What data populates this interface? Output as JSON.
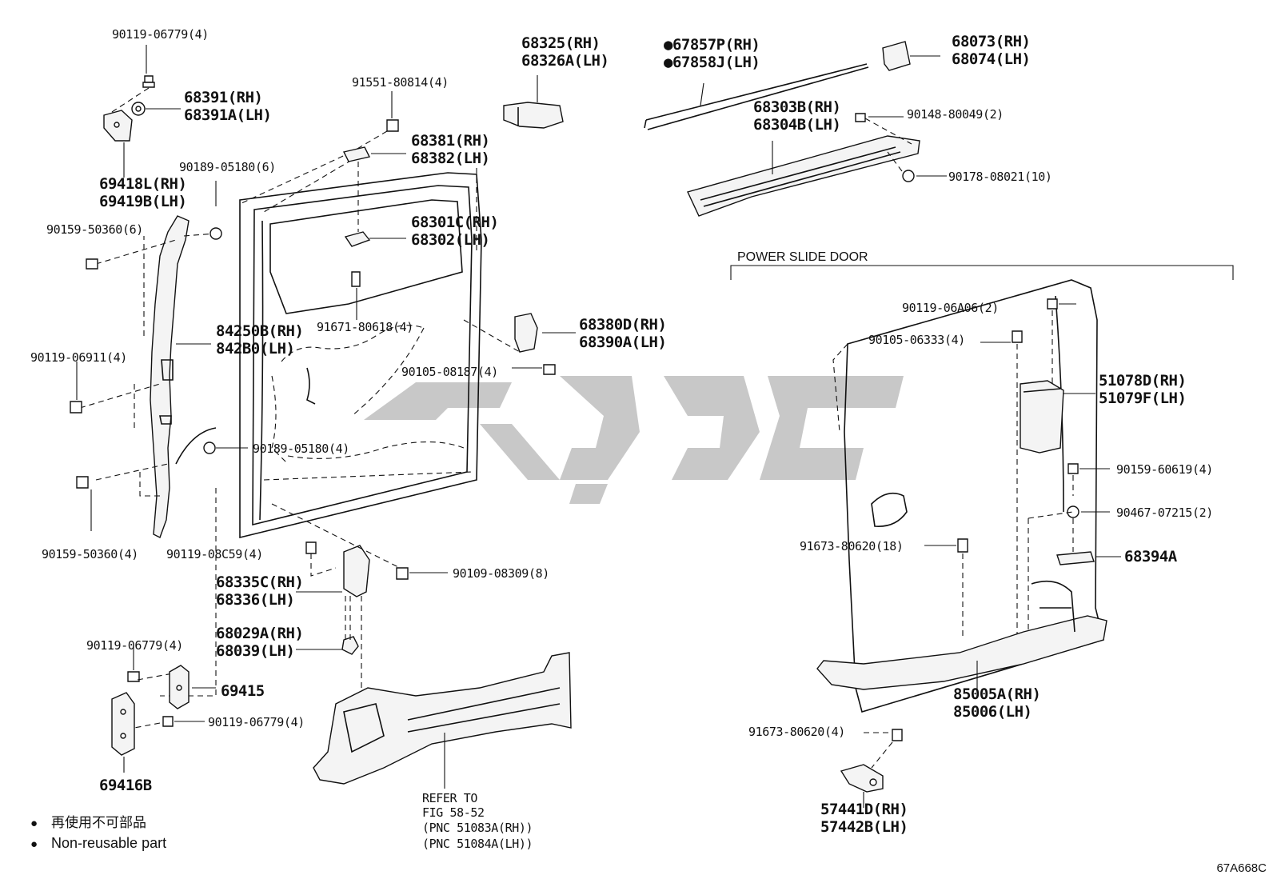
{
  "diagram": {
    "drawing_code": "67A668C",
    "watermark_text": "",
    "section_label": "POWER SLIDE DOOR",
    "refer_note": [
      "REFER TO",
      "FIG 58-52",
      "(PNC 51083A(RH))",
      "(PNC 51084A(LH))"
    ],
    "legend": [
      {
        "marker": "●",
        "text": "再使用不可部品"
      },
      {
        "marker": "●",
        "text": "Non-reusable part"
      }
    ],
    "callouts": [
      {
        "id": "c01",
        "lines": [
          "90119-06779(4)"
        ],
        "size": "small"
      },
      {
        "id": "c02",
        "lines": [
          "68391(RH)",
          "68391A(LH)"
        ],
        "size": "big"
      },
      {
        "id": "c03",
        "lines": [
          "69418L(RH)",
          "69419B(LH)"
        ],
        "size": "big"
      },
      {
        "id": "c04",
        "lines": [
          "90189-05180(6)"
        ],
        "size": "small"
      },
      {
        "id": "c05",
        "lines": [
          "90159-50360(6)"
        ],
        "size": "small"
      },
      {
        "id": "c06",
        "lines": [
          "84250B(RH)",
          "842B0(LH)"
        ],
        "size": "big"
      },
      {
        "id": "c07",
        "lines": [
          "90119-06911(4)"
        ],
        "size": "small"
      },
      {
        "id": "c08",
        "lines": [
          "90189-05180(4)"
        ],
        "size": "small"
      },
      {
        "id": "c09",
        "lines": [
          "90159-50360(4)"
        ],
        "size": "small"
      },
      {
        "id": "c10",
        "lines": [
          "90119-08C59(4)"
        ],
        "size": "small"
      },
      {
        "id": "c11",
        "lines": [
          "68335C(RH)",
          "68336(LH)"
        ],
        "size": "big"
      },
      {
        "id": "c12",
        "lines": [
          "68029A(RH)",
          "68039(LH)"
        ],
        "size": "big"
      },
      {
        "id": "c13",
        "lines": [
          "90119-06779(4)"
        ],
        "size": "small"
      },
      {
        "id": "c14",
        "lines": [
          "69415"
        ],
        "size": "big"
      },
      {
        "id": "c15",
        "lines": [
          "90119-06779(4)"
        ],
        "size": "small"
      },
      {
        "id": "c16",
        "lines": [
          "69416B"
        ],
        "size": "big"
      },
      {
        "id": "c17",
        "lines": [
          "91551-80814(4)"
        ],
        "size": "small"
      },
      {
        "id": "c18",
        "lines": [
          "68381(RH)",
          "68382(LH)"
        ],
        "size": "big"
      },
      {
        "id": "c19",
        "lines": [
          "68325(RH)",
          "68326A(LH)"
        ],
        "size": "big"
      },
      {
        "id": "c20",
        "lines": [
          "68301C(RH)",
          "68302(LH)"
        ],
        "size": "big"
      },
      {
        "id": "c21",
        "lines": [
          "91671-80618(4)"
        ],
        "size": "small"
      },
      {
        "id": "c22",
        "lines": [
          "68380D(RH)",
          "68390A(LH)"
        ],
        "size": "big"
      },
      {
        "id": "c23",
        "lines": [
          "90105-08187(4)"
        ],
        "size": "small"
      },
      {
        "id": "c24",
        "lines": [
          "90109-08309(8)"
        ],
        "size": "small"
      },
      {
        "id": "c25",
        "lines": [
          "●67857P(RH)",
          "●67858J(LH)"
        ],
        "size": "big"
      },
      {
        "id": "c26",
        "lines": [
          "68073(RH)",
          "68074(LH)"
        ],
        "size": "big"
      },
      {
        "id": "c27",
        "lines": [
          "68303B(RH)",
          "68304B(LH)"
        ],
        "size": "big"
      },
      {
        "id": "c28",
        "lines": [
          "90148-80049(2)"
        ],
        "size": "small"
      },
      {
        "id": "c29",
        "lines": [
          "90178-08021(10)"
        ],
        "size": "small"
      },
      {
        "id": "c30",
        "lines": [
          "90119-06A06(2)"
        ],
        "size": "small"
      },
      {
        "id": "c31",
        "lines": [
          "90105-06333(4)"
        ],
        "size": "small"
      },
      {
        "id": "c32",
        "lines": [
          "51078D(RH)",
          "51079F(LH)"
        ],
        "size": "big"
      },
      {
        "id": "c33",
        "lines": [
          "90159-60619(4)"
        ],
        "size": "small"
      },
      {
        "id": "c34",
        "lines": [
          "90467-07215(2)"
        ],
        "size": "small"
      },
      {
        "id": "c35",
        "lines": [
          "91673-80620(18)"
        ],
        "size": "small"
      },
      {
        "id": "c36",
        "lines": [
          "68394A"
        ],
        "size": "big"
      },
      {
        "id": "c37",
        "lines": [
          "85005A(RH)",
          "85006(LH)"
        ],
        "size": "big"
      },
      {
        "id": "c38",
        "lines": [
          "91673-80620(4)"
        ],
        "size": "small"
      },
      {
        "id": "c39",
        "lines": [
          "57441D(RH)",
          "57442B(LH)"
        ],
        "size": "big"
      }
    ]
  }
}
